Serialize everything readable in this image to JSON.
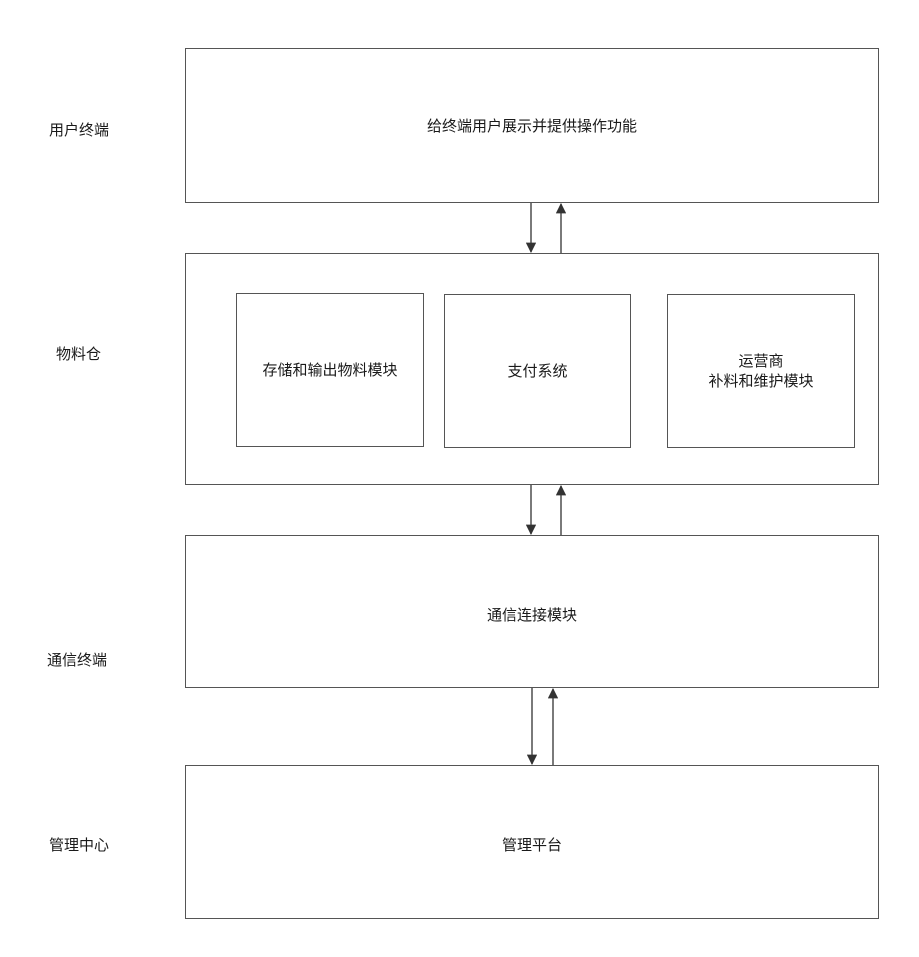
{
  "rows": {
    "user_terminal": {
      "label": "用户终端",
      "box_text": "给终端用户展示并提供操作功能"
    },
    "material_bin": {
      "label": "物料仓",
      "modules": [
        {
          "lines": [
            "存储和输出物料模块"
          ]
        },
        {
          "lines": [
            "支付系统"
          ]
        },
        {
          "lines": [
            "运营商",
            "补料和维护模块"
          ]
        }
      ]
    },
    "comm_terminal": {
      "label": "通信终端",
      "box_text": "通信连接模块"
    },
    "management": {
      "label": "管理中心",
      "box_text": "管理平台"
    }
  }
}
